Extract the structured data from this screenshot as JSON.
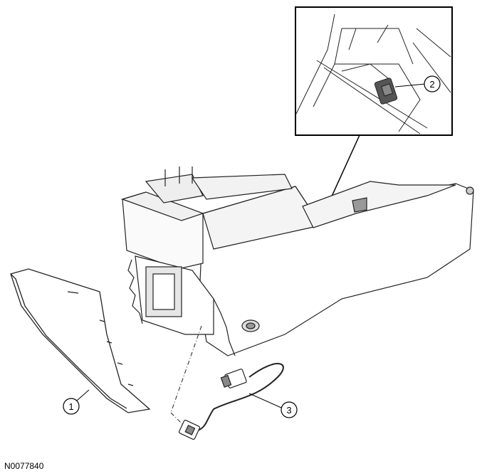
{
  "figure": {
    "code": "N0077840"
  },
  "callouts": [
    {
      "label": "1"
    },
    {
      "label": "2"
    },
    {
      "label": "3"
    }
  ]
}
